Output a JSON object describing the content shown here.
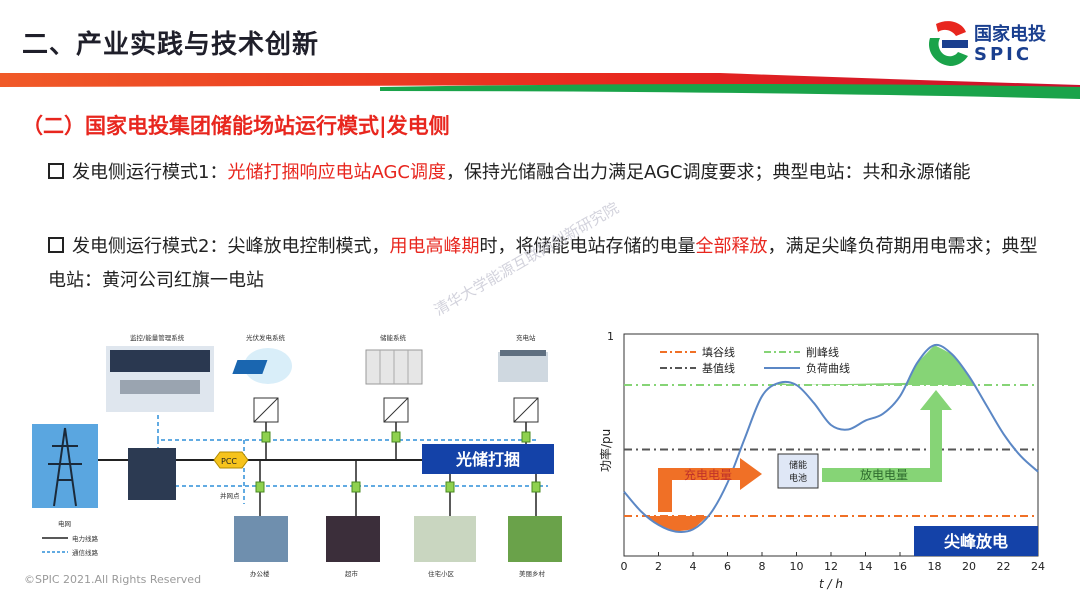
{
  "header": {
    "title": "二、产业实践与技术创新",
    "logo_cn": "国家电投",
    "logo_en": "SPIC"
  },
  "subtitle": "（二）国家电投集团储能场站运行模式|发电侧",
  "bullets": [
    {
      "parts": [
        {
          "text": "发电侧运行模式1：",
          "red": false
        },
        {
          "text": "光储打捆响应电站AGC调度",
          "red": true
        },
        {
          "text": "，保持光储融合出力满足AGC调度要求；典型电站：共和永源储能",
          "red": false
        }
      ]
    },
    {
      "parts": [
        {
          "text": "发电侧运行模式2：尖峰放电控制模式，",
          "red": false
        },
        {
          "text": "用电高峰期",
          "red": true
        },
        {
          "text": "时，将储能电站存储的电量",
          "red": false
        },
        {
          "text": "全部释放",
          "red": true
        },
        {
          "text": "，满足尖峰负荷期用电需求；典型电站：黄河公司红旗一电站",
          "red": false
        }
      ]
    }
  ],
  "watermark": "清华大学能源互联网创新研究院",
  "footer": "©SPIC 2021.All Rights Reserved",
  "diagram": {
    "labels": {
      "monitor": "监控/能量管理系统",
      "pv": "光伏发电系统",
      "storage": "储能系统",
      "charging": "充电站",
      "grid": "电网",
      "pcc": "PCC",
      "connection_point": "并网点",
      "power_line": "电力线路",
      "comm_line": "通信线路",
      "office": "办公楼",
      "supermarket": "超市",
      "residential": "住宅小区",
      "village": "美丽乡村",
      "banner": "光储打捆"
    }
  },
  "chart_data": {
    "type": "line",
    "xlabel": "t / h",
    "ylabel": "功率/pu",
    "xlim": [
      0,
      24
    ],
    "ylim": [
      0,
      1
    ],
    "xticks": [
      0,
      2,
      4,
      6,
      8,
      10,
      12,
      14,
      16,
      18,
      20,
      22,
      24
    ],
    "y_top_tick": "1",
    "legend": [
      "填谷线",
      "削峰线",
      "基值线",
      "负荷曲线"
    ],
    "reference_lines": {
      "valley_fill": 0.18,
      "peak_shave": 0.77,
      "base": 0.48
    },
    "series": [
      {
        "name": "负荷曲线",
        "x": [
          0,
          1,
          2,
          3,
          4,
          5,
          6,
          7,
          8,
          9,
          10,
          11,
          12,
          13,
          14,
          15,
          16,
          17,
          18,
          19,
          20,
          21,
          22,
          23,
          24
        ],
        "values": [
          0.29,
          0.2,
          0.14,
          0.11,
          0.12,
          0.19,
          0.33,
          0.53,
          0.72,
          0.78,
          0.77,
          0.69,
          0.59,
          0.57,
          0.61,
          0.64,
          0.72,
          0.87,
          0.95,
          0.91,
          0.81,
          0.68,
          0.55,
          0.45,
          0.38
        ]
      }
    ],
    "annotations": {
      "charge": "充电电量",
      "discharge": "放电电量",
      "battery": "储能电池",
      "banner": "尖峰放电"
    }
  },
  "colors": {
    "accent_red": "#e8261e",
    "banner_blue": "#1442a8",
    "orange": "#f07026",
    "green": "#7ed47a",
    "load_line": "#5b87c5"
  }
}
